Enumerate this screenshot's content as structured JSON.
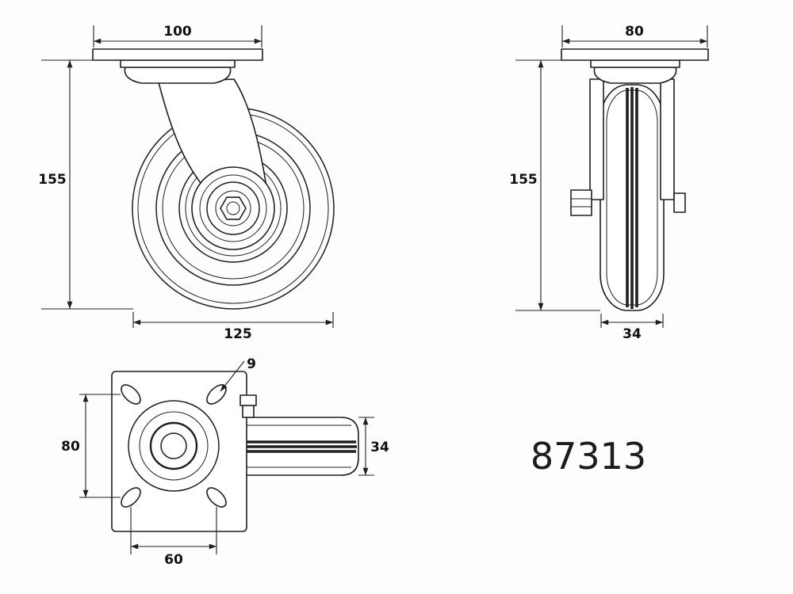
{
  "drawing": {
    "part_number": "87313",
    "front_view": {
      "plate_width": "100",
      "overall_height": "155",
      "wheel_diameter": "125"
    },
    "side_view": {
      "plate_depth": "80",
      "overall_height": "155",
      "wheel_width": "34"
    },
    "plan_view": {
      "bolt_hole_diameter": "9",
      "bolt_spacing_vertical": "80",
      "bolt_spacing_horizontal": "60",
      "wheel_width": "34"
    }
  }
}
